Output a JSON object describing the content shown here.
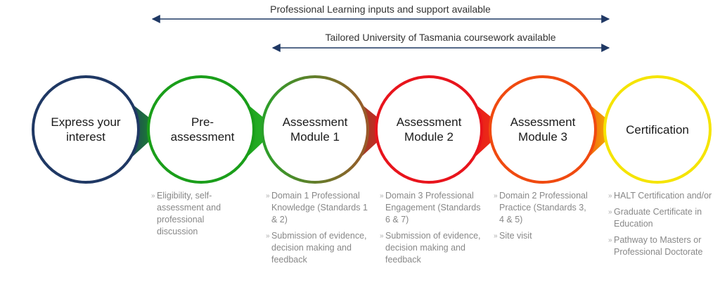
{
  "top_arrows": [
    {
      "label": "Professional Learning inputs and support available"
    },
    {
      "label": "Tailored University of Tasmania coursework available"
    }
  ],
  "stages": [
    {
      "label": "Express your interest",
      "color": "#1f3864"
    },
    {
      "label": "Pre-assessment",
      "color": "#1a9e1a"
    },
    {
      "label": "Assessment Module 1",
      "color_start": "#2aa02a",
      "color_end": "#a0522d"
    },
    {
      "label": "Assessment Module 2",
      "color": "#e8141c"
    },
    {
      "label": "Assessment Module 3",
      "color": "#f04a10"
    },
    {
      "label": "Certification",
      "color": "#f5e400"
    }
  ],
  "notes": {
    "pre_assessment": [
      "Eligibility, self-assessment and professional discussion"
    ],
    "module_1": [
      "Domain 1 Professional Knowledge (Standards 1 & 2)",
      "Submission of evidence, decision making and feedback"
    ],
    "module_2": [
      "Domain 3 Professional Engagement (Standards 6 & 7)",
      "Submission of evidence, decision making and feedback"
    ],
    "module_3": [
      "Domain 2 Professional Practice (Standards 3, 4 & 5)",
      "Site visit"
    ],
    "certification": [
      "HALT Certification and/or",
      "Graduate Certificate in Education",
      "Pathway to Masters or Professional Doctorate"
    ]
  },
  "bullet_glyph": "»",
  "arrow_color": "#1f3864"
}
